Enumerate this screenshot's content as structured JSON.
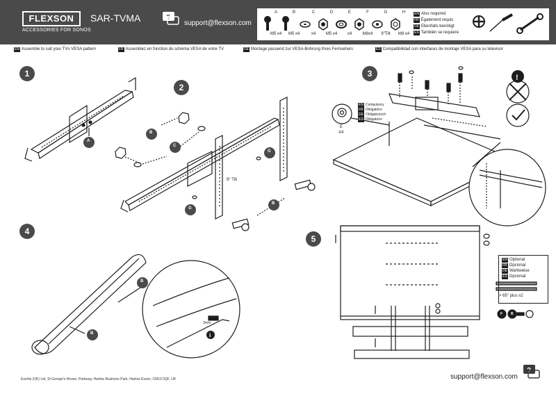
{
  "header": {
    "logo": "FLEXSON",
    "logo_sub": "ACCESSORIES FOR SONOS",
    "model": "SAR-TVMA",
    "support": "support@flexson.com"
  },
  "parts": [
    {
      "letter": "A",
      "qty": "M5 x4"
    },
    {
      "letter": "B",
      "qty": "M5 x4"
    },
    {
      "letter": "C",
      "qty": "x4"
    },
    {
      "letter": "D",
      "qty": "M5 x4"
    },
    {
      "letter": "E",
      "qty": "x4"
    },
    {
      "letter": "F",
      "qty": "M8x4"
    },
    {
      "letter": "G",
      "qty": "9\"Tilt"
    },
    {
      "letter": "H",
      "qty": "M8 x4"
    }
  ],
  "also_required": [
    {
      "lang": "EN",
      "text": "Also required"
    },
    {
      "lang": "FR",
      "text": "Également requis"
    },
    {
      "lang": "DE",
      "text": "Ebenfalls benötigt"
    },
    {
      "lang": "ES",
      "text": "También se requiere"
    }
  ],
  "lang_bar": [
    {
      "lang": "EN",
      "text": "Assemble to suit your TVs VESA pattern"
    },
    {
      "lang": "FR",
      "text": "Assemblez en fonction du schéma VESA de votre TV"
    },
    {
      "lang": "DE",
      "text": "Montage passend zur VESA-Bohrung Ihres Fernsehers"
    },
    {
      "lang": "ES",
      "text": "Compatibilidad con interfaces de montaje VESA para su televisor"
    }
  ],
  "steps": [
    "1",
    "2",
    "3",
    "4",
    "5"
  ],
  "step1": {
    "callout": "A"
  },
  "step2": {
    "callouts": [
      "B",
      "C",
      "G",
      "G",
      "B"
    ],
    "tilt": "9° Tilt"
  },
  "step3": {
    "compat": [
      {
        "lang": "EN",
        "text": "Compulsory"
      },
      {
        "lang": "FR",
        "text": "Obligatoire"
      },
      {
        "lang": "DE",
        "text": "Obligatorisch"
      },
      {
        "lang": "ES",
        "text": "Obligatorio"
      }
    ],
    "part": "E",
    "qty": "X4"
  },
  "step4": {
    "callouts": [
      "B",
      "B"
    ],
    "tip": "3mm"
  },
  "step5": {
    "optional": [
      {
        "lang": "EN",
        "text": "Optional"
      },
      {
        "lang": "FR",
        "text": "Opcional"
      },
      {
        "lang": "DE",
        "text": "Wahlweise"
      },
      {
        "lang": "ES",
        "text": "Opcional"
      }
    ],
    "plus": "> 65\" plus x2",
    "parts": [
      "F",
      "B"
    ]
  },
  "footer": {
    "address": "Exertis (UK) Ltd, St George's House, Parkway, Harlow Business Park, Harlow Essex, CM19 5QF, UK",
    "support": "support@flexson.com"
  },
  "colors": {
    "header_bg": "#4a4a4a",
    "ink": "#1d1d1b",
    "bubble": "#3a3a3a"
  }
}
